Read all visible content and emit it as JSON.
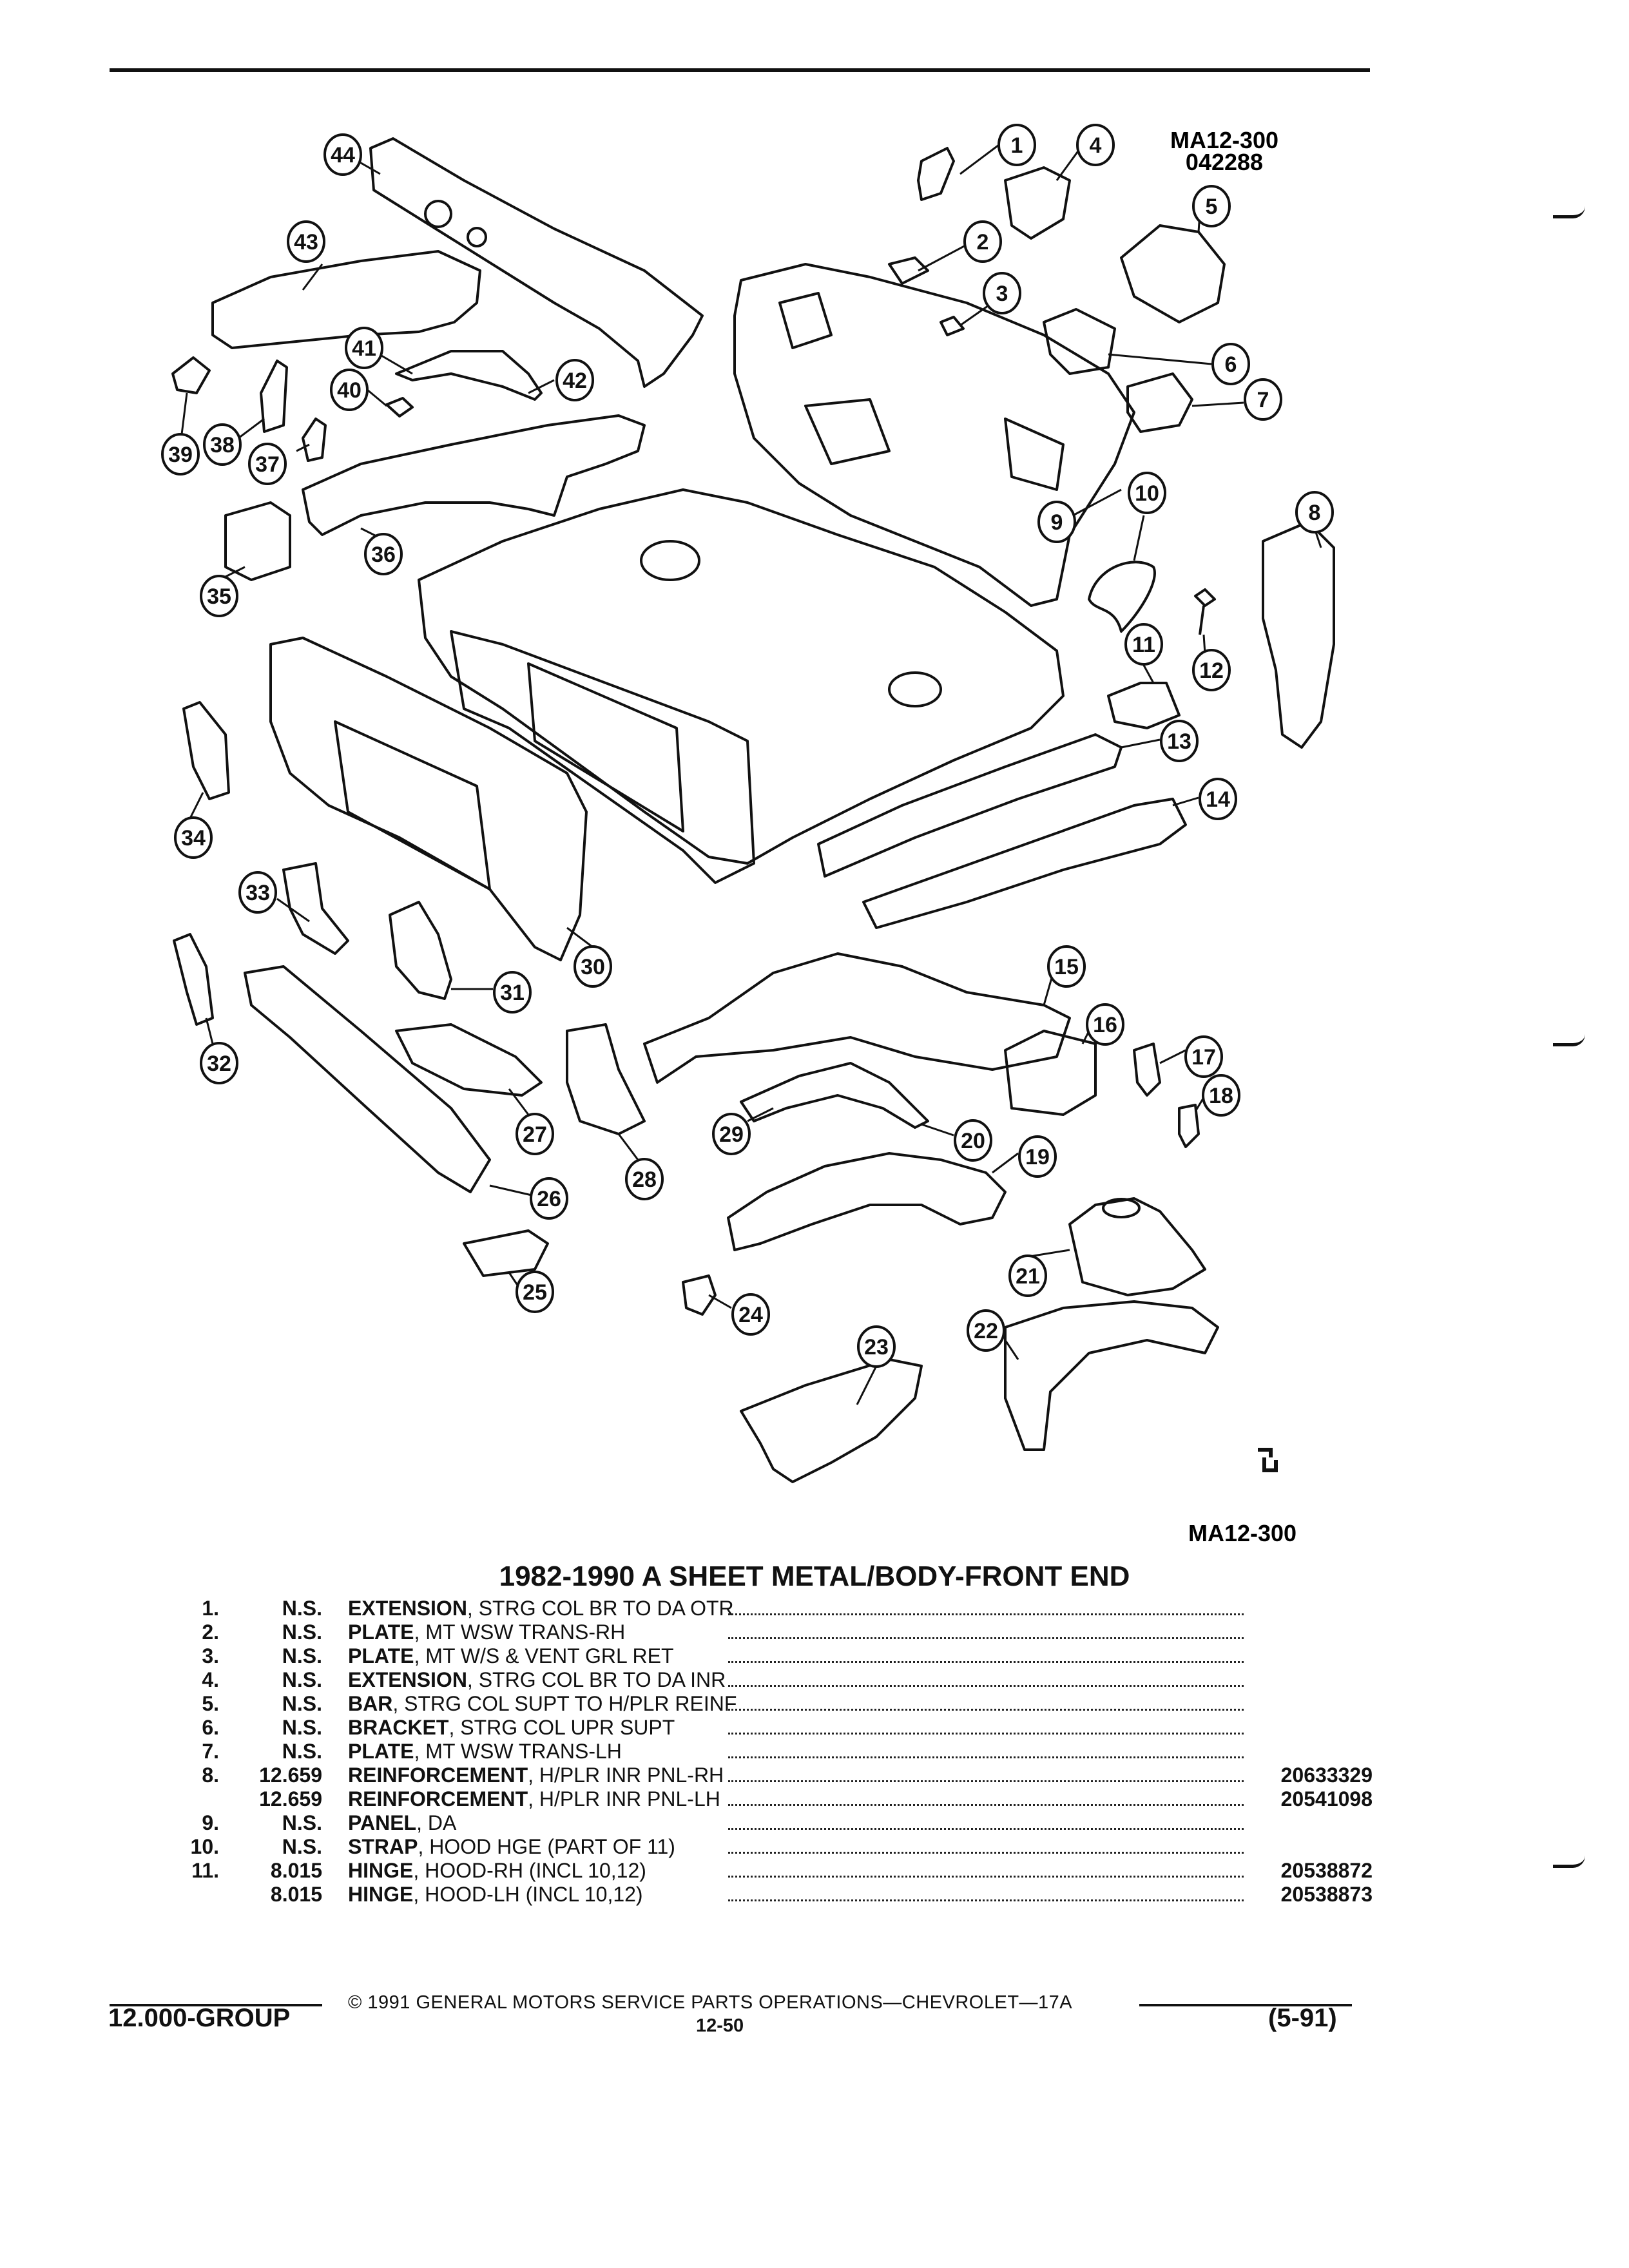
{
  "diagram": {
    "code_top_line1": "MA12-300",
    "code_top_line2": "042288",
    "code_bottom": "MA12-300",
    "callouts": [
      "1",
      "2",
      "3",
      "4",
      "5",
      "6",
      "7",
      "8",
      "9",
      "10",
      "11",
      "12",
      "13",
      "14",
      "15",
      "16",
      "17",
      "18",
      "19",
      "20",
      "21",
      "22",
      "23",
      "24",
      "25",
      "26",
      "27",
      "28",
      "29",
      "30",
      "31",
      "32",
      "33",
      "34",
      "35",
      "36",
      "37",
      "38",
      "39",
      "40",
      "41",
      "42",
      "43",
      "44"
    ]
  },
  "title": "1982-1990 A SHEET METAL/BODY-FRONT END",
  "parts": [
    {
      "num": "1.",
      "group": "N.S.",
      "name": "EXTENSION",
      "desc": ", STRG COL BR TO DA OTR",
      "part_no": ""
    },
    {
      "num": "2.",
      "group": "N.S.",
      "name": "PLATE",
      "desc": ", MT WSW TRANS-RH",
      "part_no": ""
    },
    {
      "num": "3.",
      "group": "N.S.",
      "name": "PLATE",
      "desc": ", MT W/S & VENT GRL RET",
      "part_no": ""
    },
    {
      "num": "4.",
      "group": "N.S.",
      "name": "EXTENSION",
      "desc": ", STRG COL BR TO DA INR",
      "part_no": ""
    },
    {
      "num": "5.",
      "group": "N.S.",
      "name": "BAR",
      "desc": ", STRG COL SUPT TO H/PLR REINF",
      "part_no": ""
    },
    {
      "num": "6.",
      "group": "N.S.",
      "name": "BRACKET",
      "desc": ", STRG COL UPR SUPT",
      "part_no": ""
    },
    {
      "num": "7.",
      "group": "N.S.",
      "name": "PLATE",
      "desc": ", MT WSW TRANS-LH",
      "part_no": ""
    },
    {
      "num": "8.",
      "group": "12.659",
      "name": "REINFORCEMENT",
      "desc": ", H/PLR INR PNL-RH",
      "part_no": "20633329"
    },
    {
      "num": "",
      "group": "12.659",
      "name": "REINFORCEMENT",
      "desc": ", H/PLR INR PNL-LH",
      "part_no": "20541098"
    },
    {
      "num": "9.",
      "group": "N.S.",
      "name": "PANEL",
      "desc": ", DA",
      "part_no": ""
    },
    {
      "num": "10.",
      "group": "N.S.",
      "name": "STRAP",
      "desc": ", HOOD HGE (PART OF 11)",
      "part_no": ""
    },
    {
      "num": "11.",
      "group": "8.015",
      "name": "HINGE",
      "desc": ", HOOD-RH (INCL 10,12)",
      "part_no": "20538872"
    },
    {
      "num": "",
      "group": "8.015",
      "name": "HINGE",
      "desc": ", HOOD-LH (INCL 10,12)",
      "part_no": "20538873"
    }
  ],
  "footer": {
    "copyright": "© 1991 GENERAL MOTORS SERVICE PARTS OPERATIONS—CHEVROLET—17A",
    "group": "12.000-GROUP",
    "page": "12-50",
    "revision": "(5-91)"
  }
}
